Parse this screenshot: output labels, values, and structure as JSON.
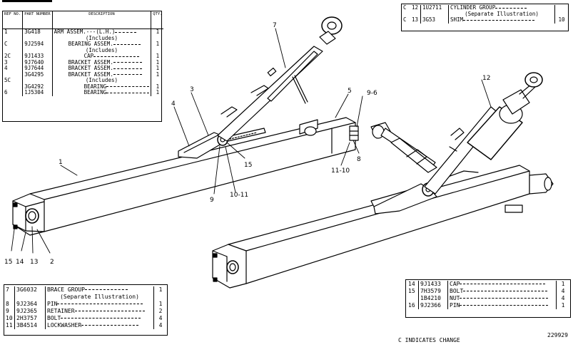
{
  "left_table": {
    "headers": {
      "ref": "REF NO.",
      "part": "PART NUMBER",
      "desc": "DESCRIPTION",
      "qty": "QTY."
    },
    "rows": [
      {
        "ref": "1",
        "part": "3G418",
        "desc": "ARM ASSEM.---(L.H.)",
        "qty": "1"
      },
      {
        "ref": "",
        "part": "",
        "desc": "(Includes)",
        "qty": ""
      },
      {
        "ref": "C",
        "part": "9J2594",
        "desc": "BEARING ASSEM.",
        "qty": "1"
      },
      {
        "ref": "",
        "part": "",
        "desc": "(Includes)",
        "qty": ""
      },
      {
        "ref": "2C",
        "part": "9J1433",
        "desc": "CAP",
        "qty": "1"
      },
      {
        "ref": "3",
        "part": "9J7640",
        "desc": "BRACKET ASSEM.",
        "qty": "1"
      },
      {
        "ref": "4",
        "part": "9J7644",
        "desc": "BRACKET ASSEM.",
        "qty": "1"
      },
      {
        "ref": "",
        "part": "3G4295",
        "desc": "BRACKET ASSEM.",
        "qty": "1"
      },
      {
        "ref": "5C",
        "part": "",
        "desc": "(Includes)",
        "qty": ""
      },
      {
        "ref": "",
        "part": "3G4292",
        "desc": "BEARING",
        "qty": "1"
      },
      {
        "ref": "6",
        "part": "1J5304",
        "desc": "BEARING",
        "qty": "1"
      }
    ]
  },
  "top_right_table": {
    "rows": [
      {
        "c": "C",
        "ref": "12",
        "part": "1U2711",
        "desc": "CYLINDER GROUP",
        "qty": ""
      },
      {
        "c": "",
        "ref": "",
        "part": "",
        "desc": "(Separate Illustration)",
        "qty": ""
      },
      {
        "c": "C",
        "ref": "13",
        "part": "3G53",
        "desc": "SHIM",
        "qty": "10"
      }
    ]
  },
  "bottom_left_table": {
    "rows": [
      {
        "ref": "7",
        "part": "3G6032",
        "desc": "BRACE GROUP",
        "qty": "1"
      },
      {
        "ref": "",
        "part": "",
        "desc": "(Separate Illustration)",
        "qty": ""
      },
      {
        "ref": "8",
        "part": "9J2364",
        "desc": "PIN",
        "qty": "1"
      },
      {
        "ref": "9",
        "part": "9J2365",
        "desc": "RETAINER",
        "qty": "2"
      },
      {
        "ref": "10",
        "part": "2H3757",
        "desc": "BOLT",
        "qty": "4"
      },
      {
        "ref": "11",
        "part": "3B4514",
        "desc": "LOCKWASHER",
        "qty": "4"
      }
    ]
  },
  "bottom_right_table": {
    "rows": [
      {
        "ref": "14",
        "part": "9J1433",
        "desc": "CAP",
        "qty": "1"
      },
      {
        "ref": "15",
        "part": "7H3579",
        "desc": "BOLT",
        "qty": "4"
      },
      {
        "ref": "",
        "part": "1B4210",
        "desc": "NUT",
        "qty": "4"
      },
      {
        "ref": "16",
        "part": "9J2366",
        "desc": "PIN",
        "qty": "1"
      }
    ]
  },
  "callouts": {
    "c1": "1",
    "c2": "2",
    "c3": "3",
    "c4": "4",
    "c5": "5",
    "c7": "7",
    "c8": "8",
    "c9": "9",
    "c9_6": "9-6",
    "c10_11": "10-11",
    "c11_10": "11-10",
    "c12": "12",
    "c13": "13",
    "c14": "14",
    "c15a": "15",
    "c15b": "15"
  },
  "footer": {
    "note": "C INDICATES CHANGE",
    "figure_number": "229929"
  }
}
